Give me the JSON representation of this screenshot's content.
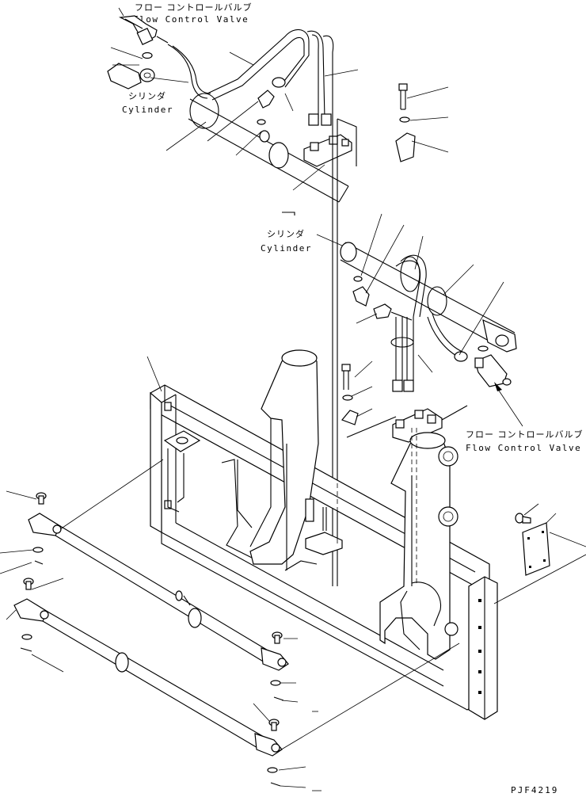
{
  "labels": {
    "fcv_top_jp": "フロー コントロールバルブ",
    "fcv_top_en": "Flow Control Valve",
    "cyl_top_jp": "シリンダ",
    "cyl_top_en": "Cylinder",
    "cyl_mid_jp": "シリンダ",
    "cyl_mid_en": "Cylinder",
    "fcv_right_jp": "フロー コントロールバルブ",
    "fcv_right_en": "Flow Control Valve"
  },
  "drawing_code": "PJF4219",
  "colors": {
    "line": "#000000",
    "background": "#ffffff"
  }
}
